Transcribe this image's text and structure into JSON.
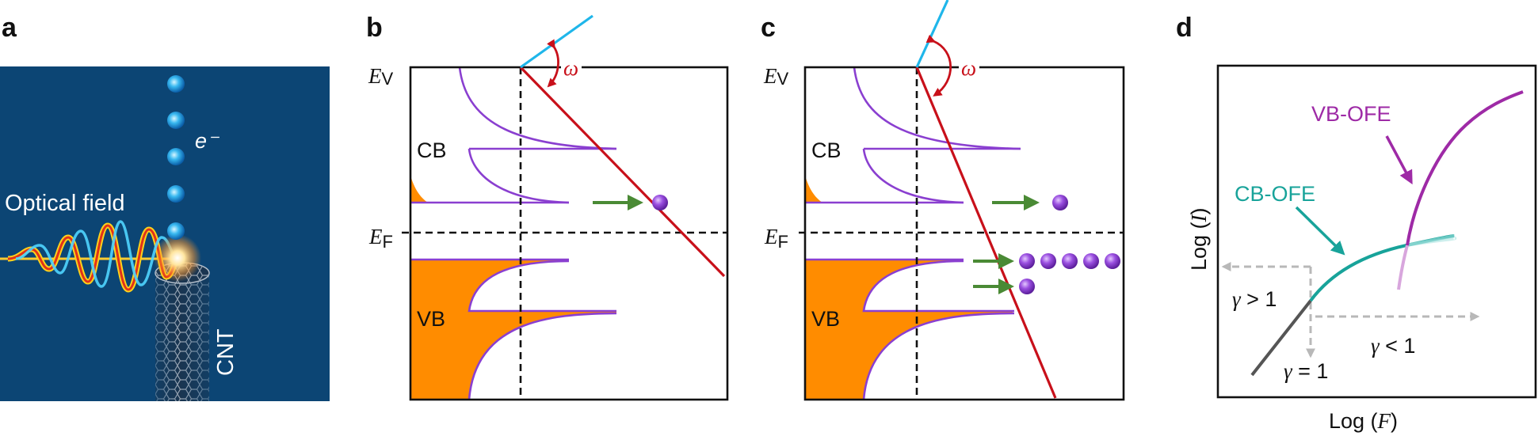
{
  "panels": {
    "a": {
      "letter": "a",
      "optical_field_label": "Optical field",
      "electron_label": "e⁻",
      "cnt_label": "CNT",
      "colors": {
        "background": "#0c4574",
        "pulse_outer": "#ffd21a",
        "pulse_inner": "#e0321a",
        "pulse_cyan": "#4fd4ff"
      }
    },
    "b": {
      "letter": "b",
      "ev_main": "E",
      "ev_sub": "V",
      "ef_main": "E",
      "ef_sub": "F",
      "cb_label": "CB",
      "vb_label": "VB",
      "omega_label": "ω"
    },
    "c": {
      "letter": "c",
      "ev_main": "E",
      "ev_sub": "V",
      "ef_main": "E",
      "ef_sub": "F",
      "cb_label": "CB",
      "vb_label": "VB",
      "omega_label": "ω"
    },
    "d": {
      "letter": "d",
      "y_axis_pre": "Log (",
      "y_axis_var": "I",
      "y_axis_post": ")",
      "x_axis_pre": "Log (",
      "x_axis_var": "F",
      "x_axis_post": ")",
      "vb_ofe_label": "VB-OFE",
      "cb_ofe_label": "CB-OFE",
      "gamma_sym": "γ",
      "gt1": " > 1",
      "eq1": " = 1",
      "lt1": " < 1"
    }
  },
  "colors": {
    "band_purple": "#8a3fd0",
    "orange": "#ff8c00",
    "field_red": "#c8101a",
    "field_blue": "#1fb6ea",
    "arrow_green": "#4a8a35",
    "teal": "#18a39a",
    "magenta": "#9e2aa6"
  }
}
